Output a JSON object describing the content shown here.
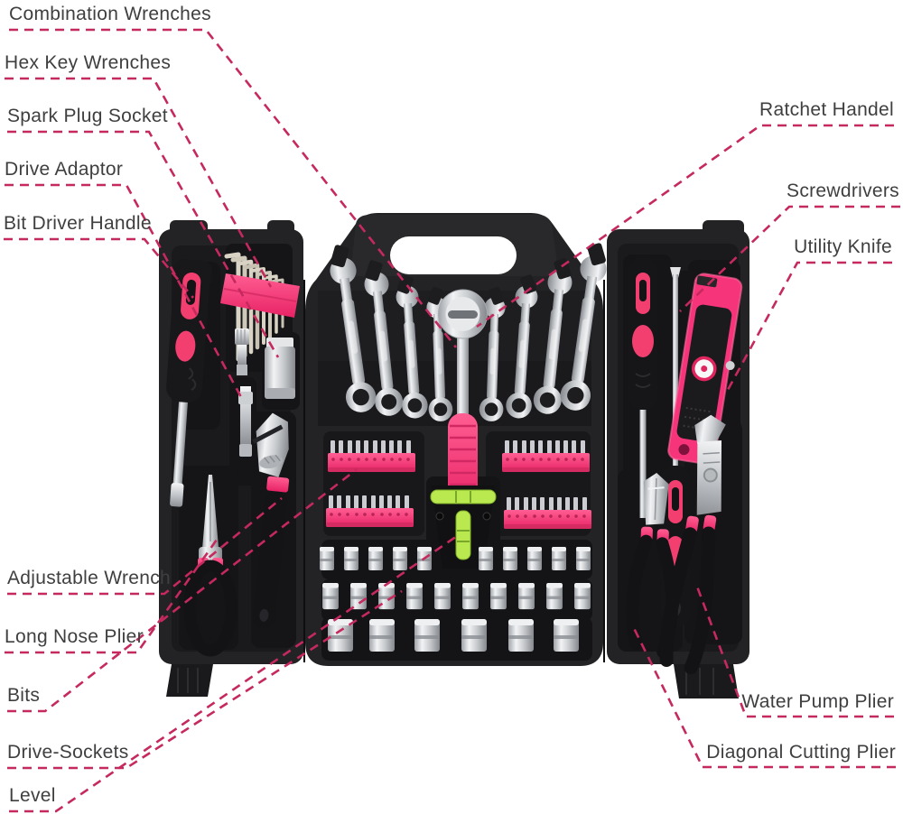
{
  "figure": {
    "type": "annotated product photo",
    "subject_labels_total": 15
  },
  "callouts": {
    "combination_wrenches": "Combination Wrenches",
    "hex_key_wrenches": "Hex Key Wrenches",
    "spark_plug_socket": "Spark Plug Socket",
    "drive_adaptor": "Drive Adaptor",
    "bit_driver_handle": "Bit Driver Handle",
    "ratchet_handel": "Ratchet Handel",
    "screwdrivers": "Screwdrivers",
    "utility_knife": "Utility Knife",
    "adjustable_wrench": "Adjustable Wrench",
    "long_nose_plier": "Long Nose Plier",
    "bits": "Bits",
    "drive_sockets": "Drive-Sockets",
    "level": "Level",
    "water_pump_plier": "Water Pump Plier",
    "diagonal_cutting_plier": "Diagonal Cutting Plier"
  },
  "colors": {
    "leader_line": "#c5295d",
    "label_text": "#3f3f41",
    "tool_pink": "#f5347a",
    "case_black": "#232326",
    "chrome": "#d7d9dc",
    "level_green": "#b9e94e",
    "background": "#ffffff"
  }
}
